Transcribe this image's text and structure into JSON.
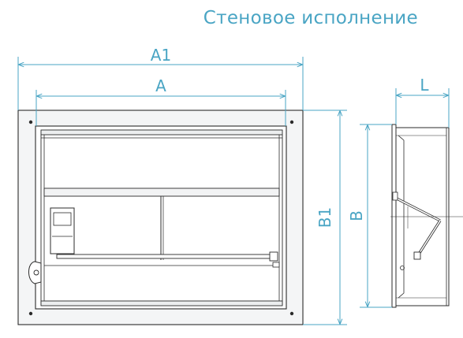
{
  "title": "Стеновое исполнение",
  "dimensions": {
    "a1": "A1",
    "a": "A",
    "b1": "B1",
    "b": "B",
    "l": "L"
  },
  "colors": {
    "dimension": "#4aa5c4",
    "outline": "#2b2b2b",
    "frame_fill": "#f4f5f6",
    "panel_fill": "#ffffff"
  }
}
